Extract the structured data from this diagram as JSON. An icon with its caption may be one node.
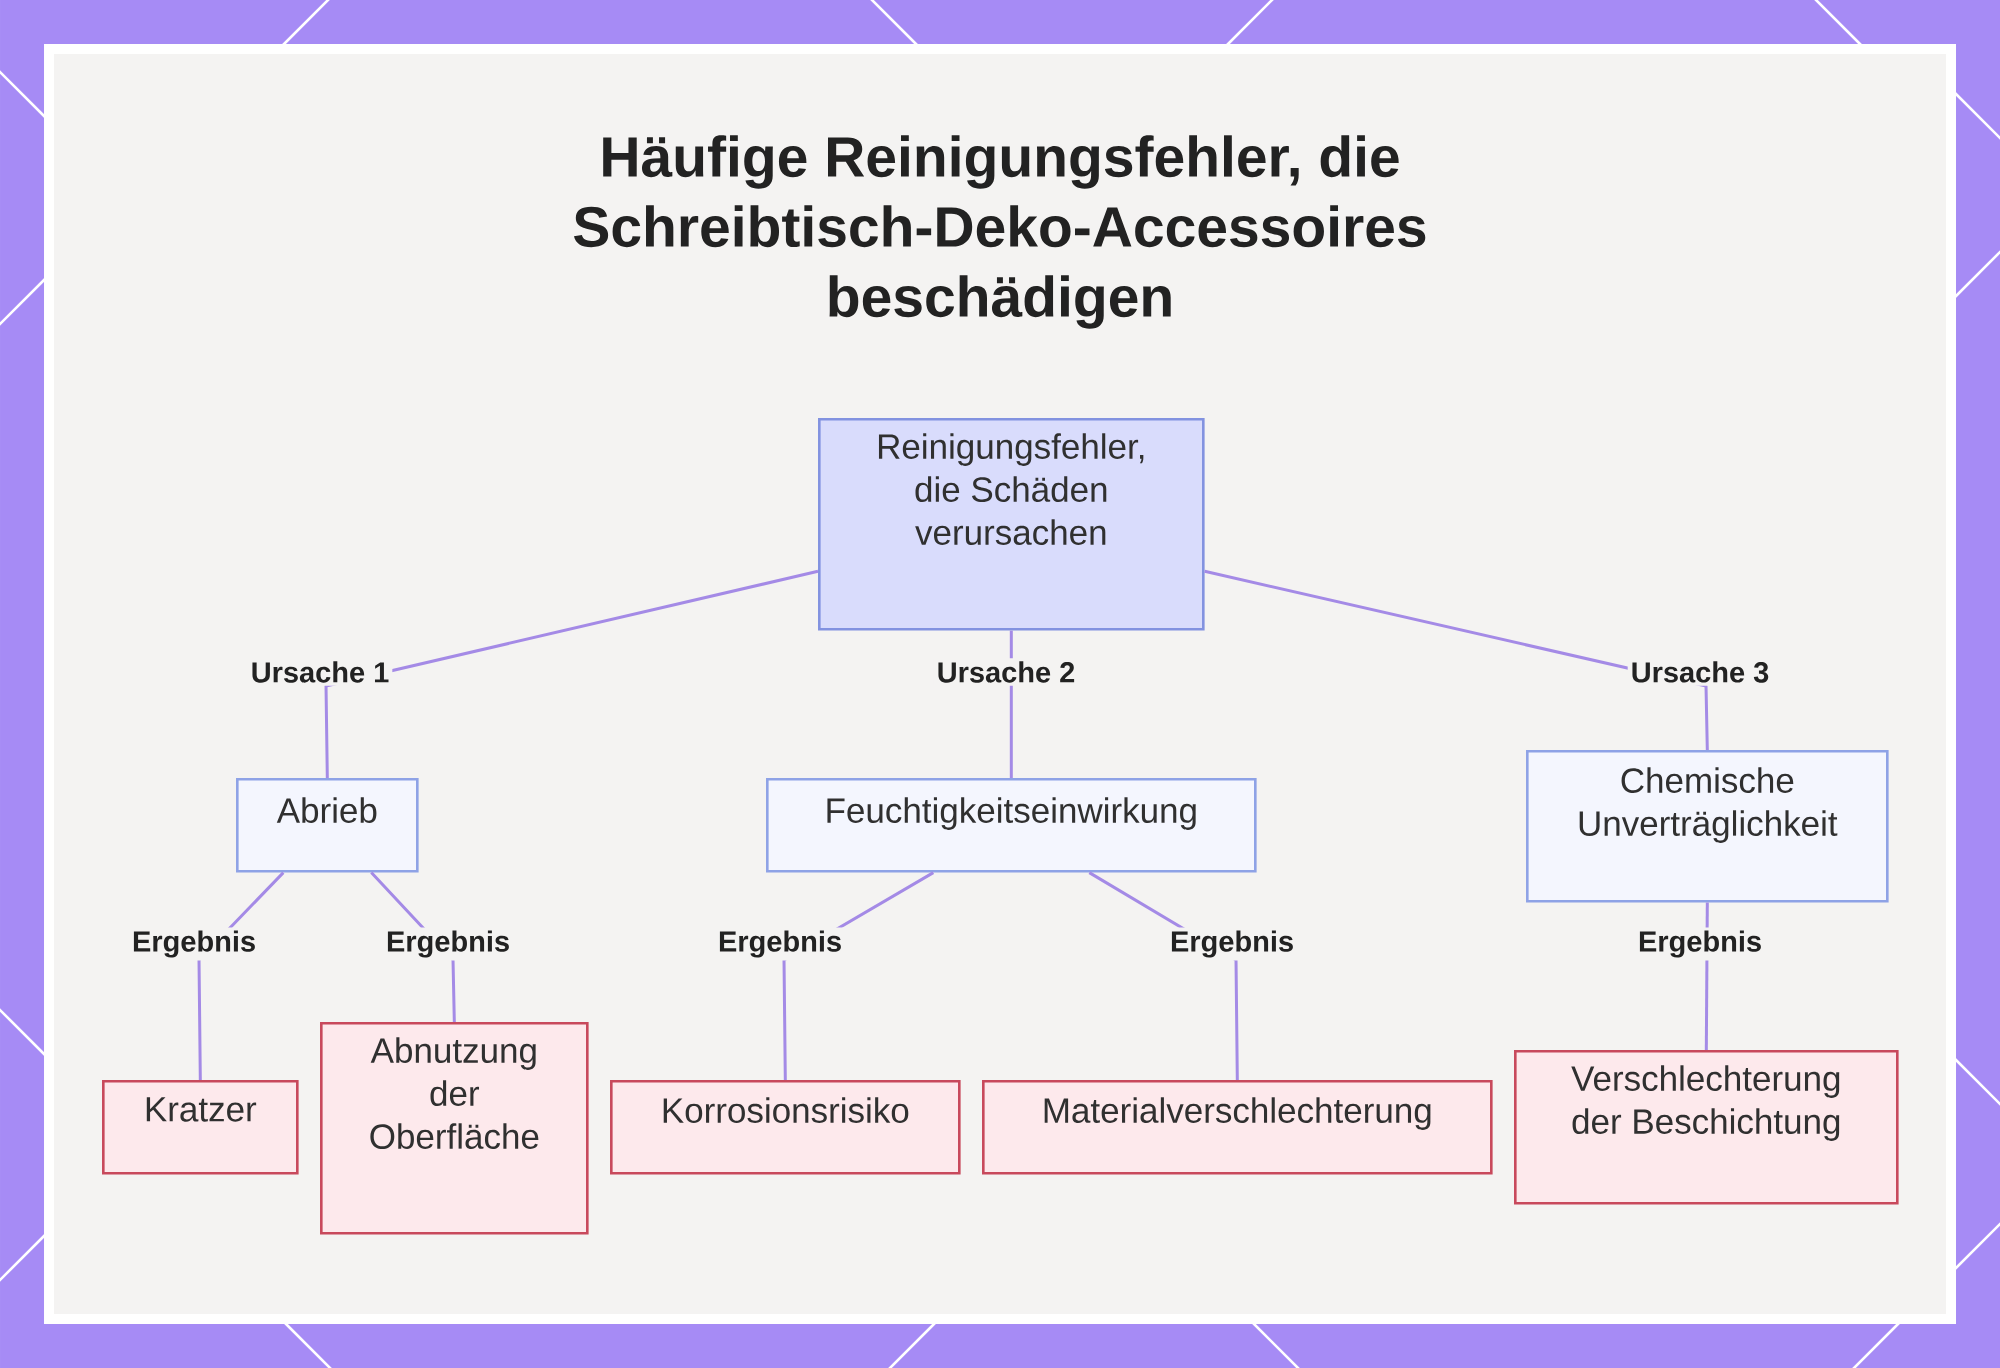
{
  "diagram": {
    "title": "Häufige Reinigungsfehler, die Schreibtisch-Deko-Accessoires beschädigen",
    "nodes": [
      {
        "text": [
          "Reinigungsfehler, die Schäden verursachen"
        ]
      },
      {
        "text": [
          "Abrieb"
        ]
      },
      {
        "text": [
          "Feuchtigkeitseinwirkung"
        ]
      },
      {
        "text": [
          "Chemische Unverträglichkeit"
        ]
      },
      {
        "text": [
          "Kratzer"
        ]
      },
      {
        "text": [
          "Abnutzung der Oberfläche"
        ]
      },
      {
        "text": [
          "Korrosionsrisiko"
        ]
      },
      {
        "text": [
          "Materialverschlechterung"
        ]
      },
      {
        "text": [
          "Verschlechterung der Beschichtung"
        ]
      }
    ],
    "edges": [
      {
        "from": 0,
        "to": 1,
        "arrow": "none",
        "label": "Ursache 1"
      },
      {
        "from": 0,
        "to": 2,
        "arrow": "none",
        "label": "Ursache 2"
      },
      {
        "from": 0,
        "to": 3,
        "arrow": "none",
        "label": "Ursache 3"
      },
      {
        "from": 1,
        "to": 4,
        "arrow": "none",
        "label": "Ergebnis"
      },
      {
        "from": 1,
        "to": 5,
        "arrow": "none",
        "label": "Ergebnis"
      },
      {
        "from": 2,
        "to": 6,
        "arrow": "none",
        "label": "Ergebnis"
      },
      {
        "from": 2,
        "to": 7,
        "arrow": "none",
        "label": "Ergebnis"
      },
      {
        "from": 3,
        "to": 8,
        "arrow": "none",
        "label": "Ergebnis"
      }
    ]
  }
}
